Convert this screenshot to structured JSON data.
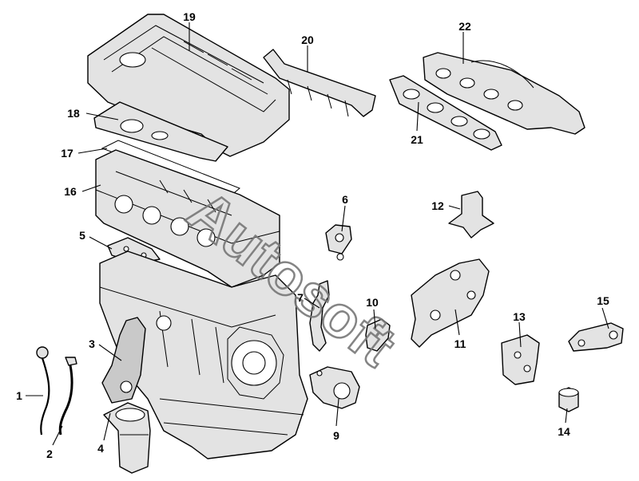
{
  "diagram": {
    "callouts": [
      {
        "id": "1",
        "label": "1"
      },
      {
        "id": "2",
        "label": "2"
      },
      {
        "id": "3",
        "label": "3"
      },
      {
        "id": "4",
        "label": "4"
      },
      {
        "id": "5",
        "label": "5"
      },
      {
        "id": "6",
        "label": "6"
      },
      {
        "id": "7",
        "label": "7"
      },
      {
        "id": "9",
        "label": "9"
      },
      {
        "id": "10",
        "label": "10"
      },
      {
        "id": "11",
        "label": "11"
      },
      {
        "id": "12",
        "label": "12"
      },
      {
        "id": "13",
        "label": "13"
      },
      {
        "id": "14",
        "label": "14"
      },
      {
        "id": "15",
        "label": "15"
      },
      {
        "id": "16",
        "label": "16"
      },
      {
        "id": "17",
        "label": "17"
      },
      {
        "id": "18",
        "label": "18"
      },
      {
        "id": "19",
        "label": "19"
      },
      {
        "id": "20",
        "label": "20"
      },
      {
        "id": "21",
        "label": "21"
      },
      {
        "id": "22",
        "label": "22"
      }
    ],
    "watermark": "Autosoft"
  }
}
